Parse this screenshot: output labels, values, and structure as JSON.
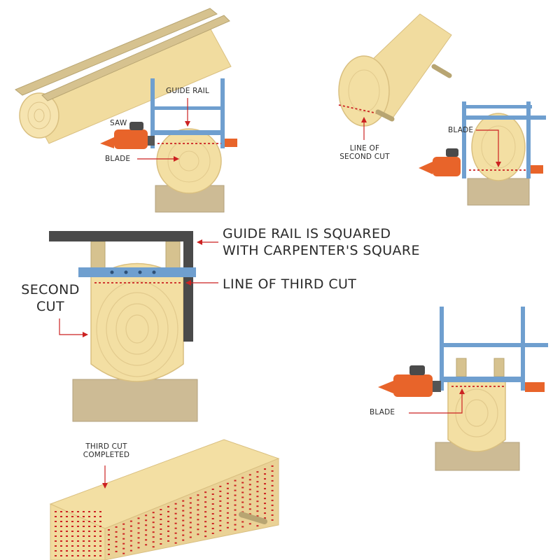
{
  "labels": {
    "guide_rail": "GUIDE RAIL",
    "saw": "SAW",
    "blade_1": "BLADE",
    "line_of_second_cut_1": "LINE OF",
    "line_of_second_cut_2": "SECOND CUT",
    "blade_2": "BLADE",
    "guide_rail_squared_1": "GUIDE RAIL IS SQUARED",
    "guide_rail_squared_2": "WITH CARPENTER'S SQUARE",
    "line_of_third_cut": "LINE OF THIRD CUT",
    "second_cut_1": "SECOND",
    "second_cut_2": "CUT",
    "blade_3": "BLADE",
    "third_cut_completed_1": "THIRD CUT",
    "third_cut_completed_2": "COMPLETED"
  },
  "colors": {
    "wood": "#f3dfa3",
    "wood_shade": "#e4c886",
    "ring": "#d8bd7c",
    "rail": "#6f9fcf",
    "saw_orange": "#e8642a",
    "dashed_cut": "#cc2222",
    "arrow": "#cc2222",
    "block": "#cdbb95",
    "square_tool": "#4a4a4a"
  }
}
